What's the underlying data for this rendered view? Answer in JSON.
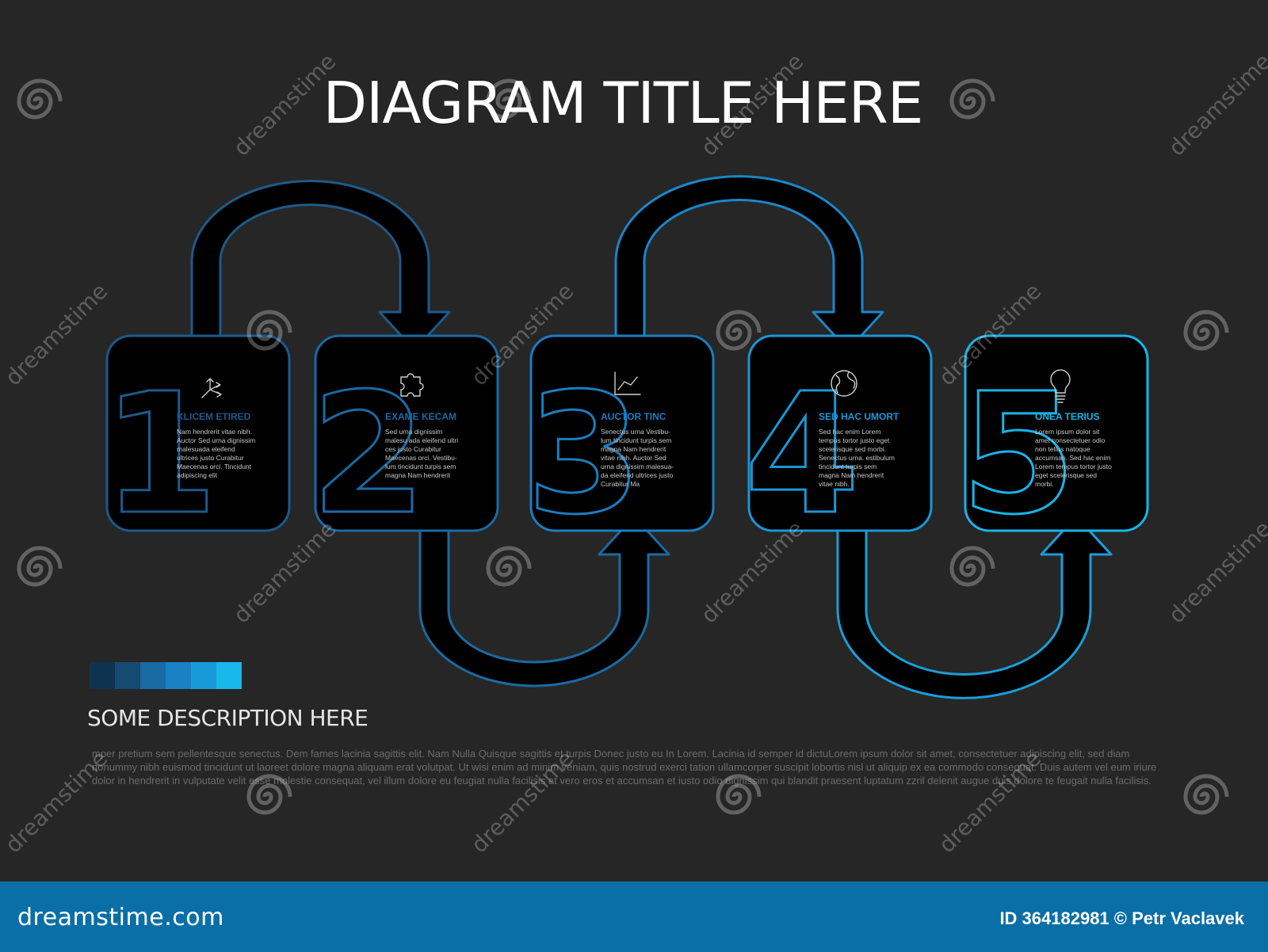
{
  "title": "DIAGRAM TITLE HERE",
  "steps": [
    {
      "number": "1",
      "heading": "KLICEM ETIRED",
      "icon": "network-arrows-icon",
      "color": "#1b5a8c",
      "lines": [
        "Nam hendrerit vitae nibh.",
        "Auctor Sed urna dignissim",
        "malesuada eleifend",
        "ultrices justo Curabitur",
        "Maecenas orci. Tincidunt",
        "adipiscing elit"
      ]
    },
    {
      "number": "2",
      "heading": "EXAME KECAM",
      "icon": "puzzle-icon",
      "color": "#1a6aa3",
      "lines": [
        "Sed urna dignissim",
        "malesu ada eleifend ultri",
        "ces justo Curabitur",
        "Maecenas orci. Vestibu-",
        "lum tincidunt turpis sem",
        "magna Nam hendrerit"
      ]
    },
    {
      "number": "3",
      "heading": "AUCTOR TINC",
      "icon": "line-chart-icon",
      "color": "#1a7dc0",
      "lines": [
        "Senectus urna Vestibu-",
        "lum tincidunt turpis sem",
        "magna Nam hendrerit",
        "vitae nibh. Auctor Sed",
        "urna dignissim malesua-",
        "da eleifend ultrices justo",
        "Curabitur Ma"
      ]
    },
    {
      "number": "4",
      "heading": "SED HAC UMORT",
      "icon": "globe-icon",
      "color": "#1a96d6",
      "lines": [
        "Sed hac enim Lorem",
        "tempus tortor justo eget",
        "scelerisque sed morbi.",
        "Senectus urna. estibulum",
        "tincidunt turpis sem",
        "magna Nam hendrerit",
        "vitae nibh."
      ]
    },
    {
      "number": "5",
      "heading": "ONEA TERIUS",
      "icon": "lightbulb-icon",
      "color": "#19b4e8",
      "lines": [
        "Lorem ipsum dolor sit",
        "amet consectetuer odio",
        "non tellus natoque",
        "accumsan. Sed hac enim",
        "Lorem tempus tortor justo",
        "eget scelerisque sed",
        "morbi."
      ]
    }
  ],
  "palette": [
    "#0e3350",
    "#154a72",
    "#1a6aa3",
    "#1a80c4",
    "#199ad8",
    "#18b8ea"
  ],
  "description_title": "SOME DESCRIPTION HERE",
  "description_body": "mper pretium sem pellentesque senectus. Dem fames lacinia sagittis elit. Nam Nulla Quisque sagittis et turpis Donec justo eu In Lorem. Lacinia id semper id dictuLorem ipsum dolor sit amet, consectetuer adipiscing elit, sed diam nonummy nibh euismod tincidunt ut laoreet dolore magna aliquam erat volutpat. Ut wisi enim ad minim veniam, quis nostrud exerci tation ullamcorper suscipit lobortis nisl ut aliquip ex ea commodo consequat. Duis autem vel eum iriure dolor in hendrerit in vulputate velit esse molestie consequat, vel illum dolore eu feugiat nulla facilisis at vero eros et accumsan et iusto odio dignissim qui blandit praesent luptatum zzril delenit augue duis dolore te feugait nulla facilisis.",
  "watermark_text": "dreamstime",
  "footer": {
    "brand": "dreamstime.com",
    "credit": "ID 364182981 © Petr Vaclavek"
  }
}
